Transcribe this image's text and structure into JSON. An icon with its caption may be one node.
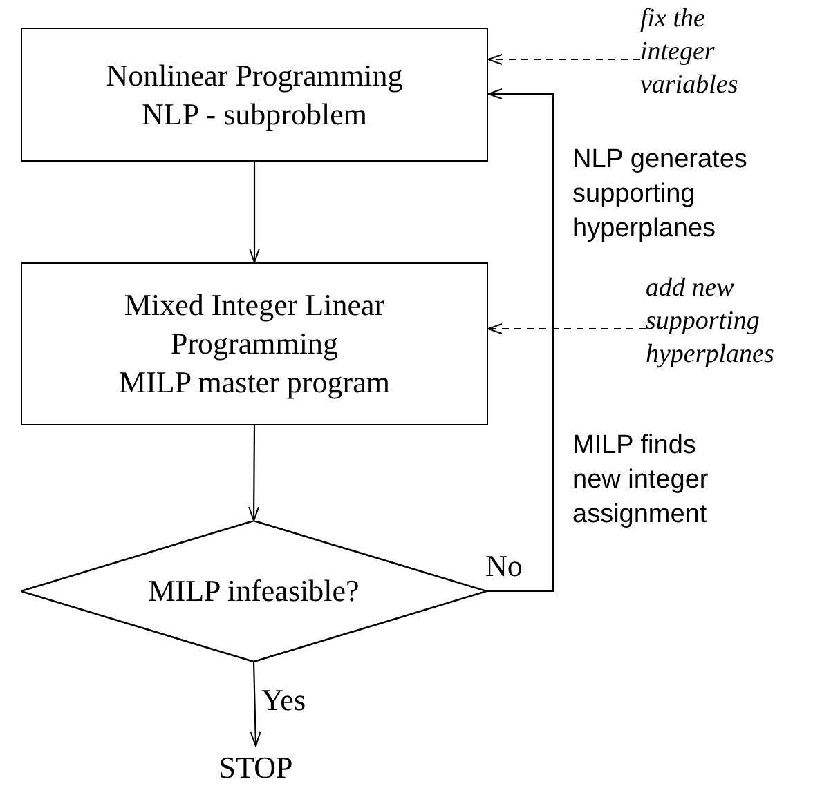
{
  "diagram": {
    "nodes": [
      {
        "text": [
          "Nonlinear Programming",
          "NLP - subproblem"
        ]
      },
      {
        "text": [
          "Mixed Integer Linear Programming",
          "MILP master program"
        ]
      },
      {
        "text": [
          "MILP infeasible?"
        ]
      },
      {
        "text": [
          "STOP"
        ]
      },
      {
        "text": [
          "fix the integer variables"
        ]
      },
      {
        "text": [
          "add new supporting hyperplanes"
        ]
      }
    ],
    "edges": [
      {
        "from": 0,
        "to": 1,
        "arrow": "to"
      },
      {
        "from": 1,
        "to": 2,
        "arrow": "to"
      },
      {
        "from": 2,
        "to": 3,
        "arrow": "to",
        "label": "Yes"
      },
      {
        "from": 2,
        "to": 0,
        "arrow": "to",
        "label": "No"
      },
      {
        "from": 4,
        "to": 0,
        "arrow": "to",
        "style": "dashed"
      },
      {
        "from": 5,
        "to": 1,
        "arrow": "to",
        "style": "dashed"
      }
    ],
    "labels": [
      "NLP generates supporting hyperplanes",
      "MILP finds new integer assignment"
    ]
  }
}
